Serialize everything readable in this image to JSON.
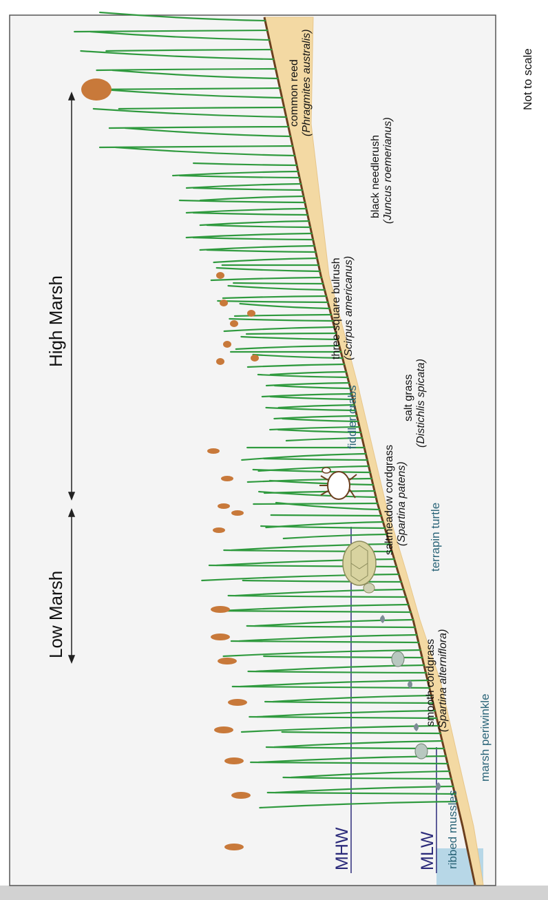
{
  "zones": {
    "low_marsh": "Low Marsh",
    "high_marsh": "High Marsh"
  },
  "water_levels": {
    "mhw": "MHW",
    "mlw": "MLW"
  },
  "scale_note": "Not to scale",
  "plants": [
    {
      "common": "common reed",
      "latin": "(Phragmites australis)"
    },
    {
      "common": "black needlerush",
      "latin": "(Juncus roemerianus)"
    },
    {
      "common": "three-square bulrush",
      "latin": "(Scirpus americanus)"
    },
    {
      "common": "salt grass",
      "latin": "(Distichlis spicata)"
    },
    {
      "common": "saltmeadow cordgrass",
      "latin": "(Spartina patens)"
    },
    {
      "common": "smooth cordgrass",
      "latin": "(Spartina alterniflora)"
    }
  ],
  "animals": {
    "fiddler_crabs": "fiddler crabs",
    "terrapin_turtle": "terrapin turtle",
    "ribbed_mussles": "ribbed mussles",
    "marsh_periwinkle": "marsh periwinkle"
  },
  "colors": {
    "panel_bg": "#f4f4f4",
    "sand": "#f3d9a3",
    "soil_line": "#6b3f1e",
    "water": "#a8cfe3",
    "grass": "#2f9a3e",
    "seed_head": "#c8793a",
    "water_line": "#2b2a7a",
    "animal_text": "#2a6478"
  }
}
